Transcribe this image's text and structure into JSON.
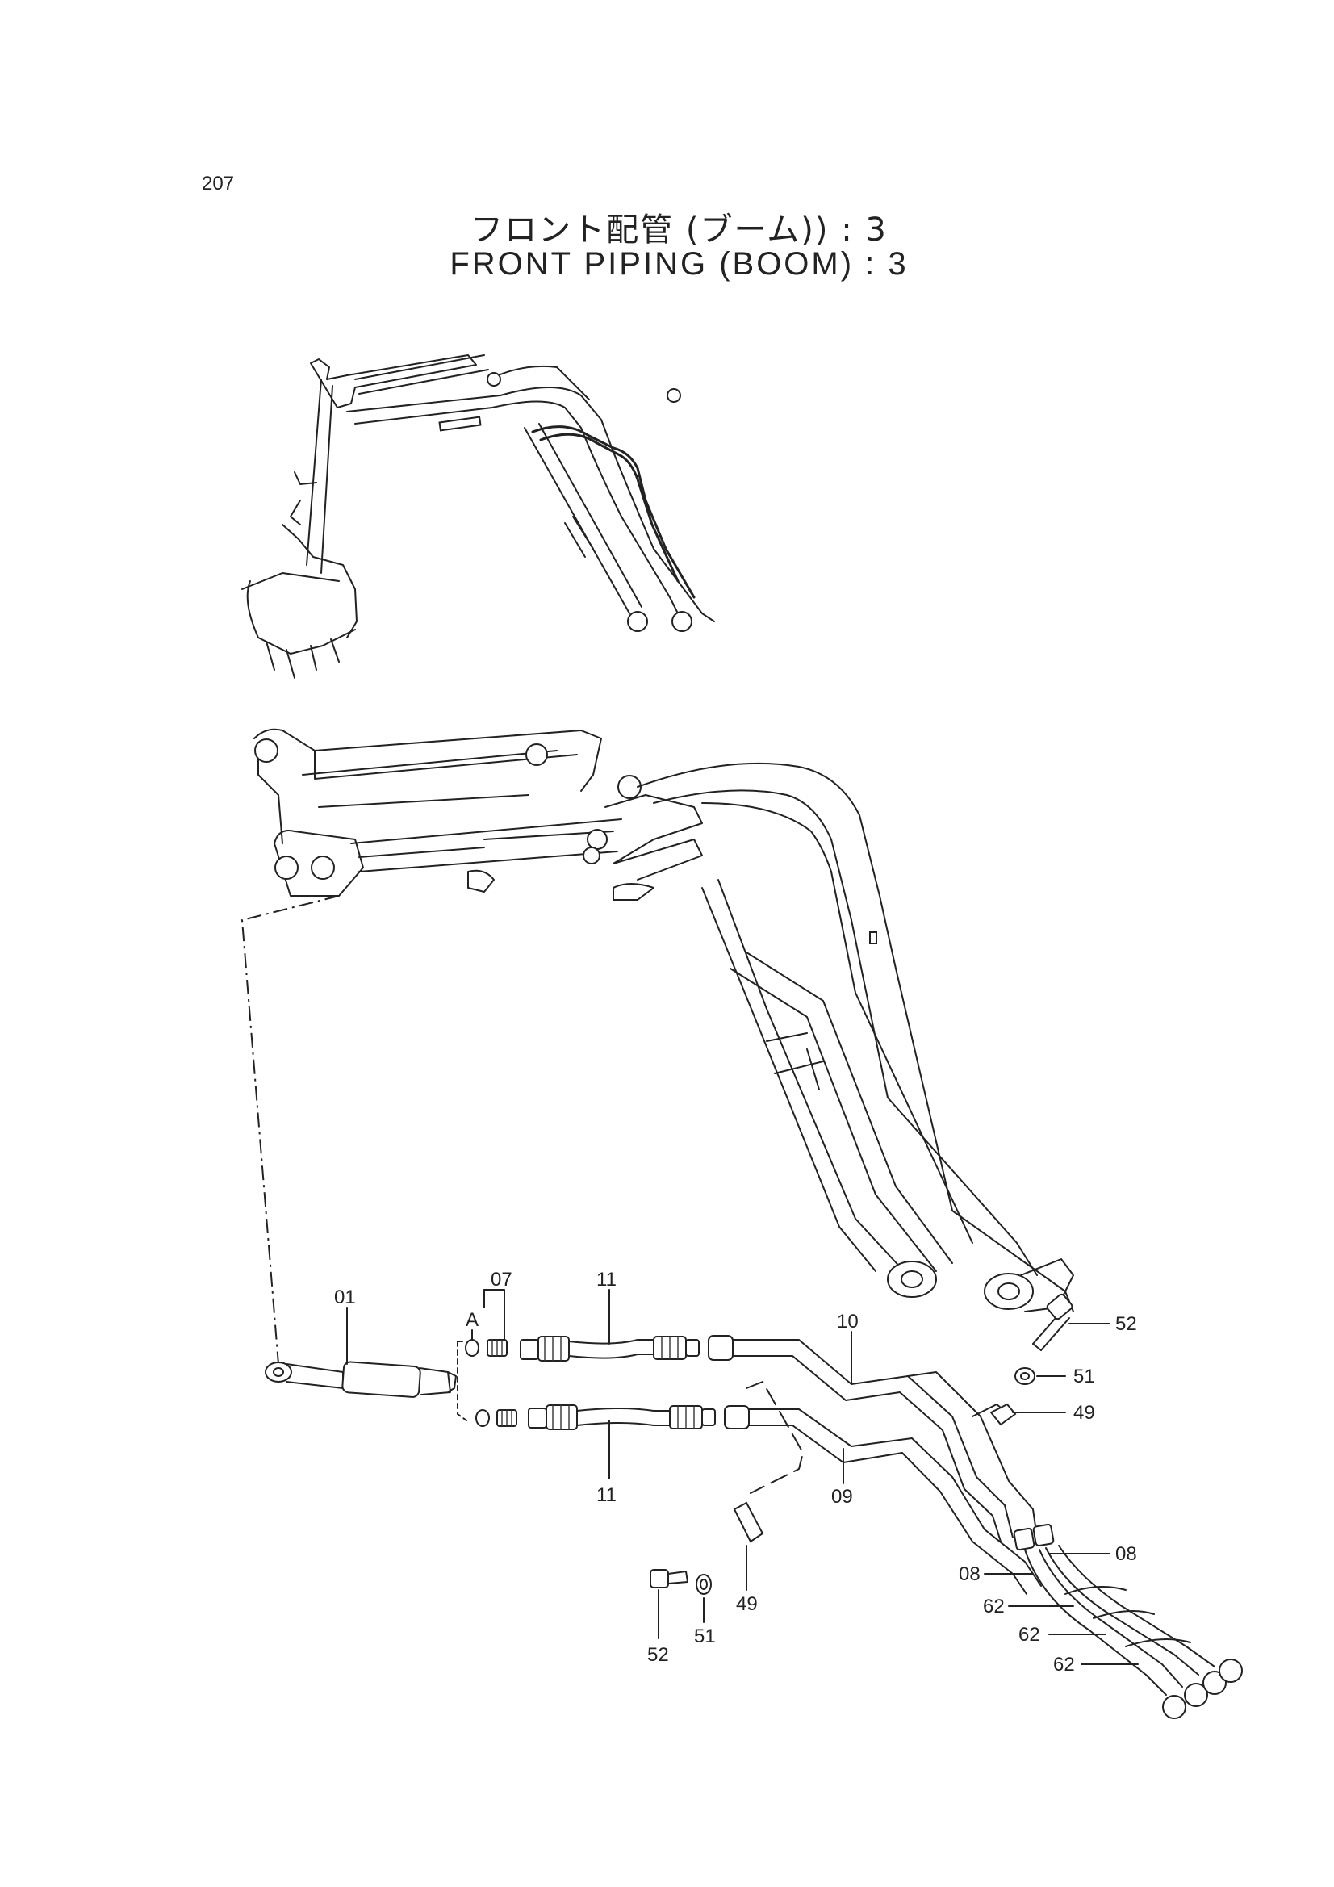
{
  "page_number": "207",
  "title_jp": "フロント配管 (ブーム)) : 3",
  "title_en": "FRONT  PIPING  (BOOM) : 3",
  "callouts": {
    "c01": "01",
    "c07": "07",
    "cA": "A",
    "c11_top": "11",
    "c11_bottom": "11",
    "c10": "10",
    "c09": "09",
    "c52_right": "52",
    "c51_right": "51",
    "c49_right": "49",
    "c08_right": "08",
    "c08_left": "08",
    "c62_a": "62",
    "c62_b": "62",
    "c62_c": "62",
    "c52_bottom": "52",
    "c51_bottom": "51",
    "c49_bottom": "49"
  }
}
